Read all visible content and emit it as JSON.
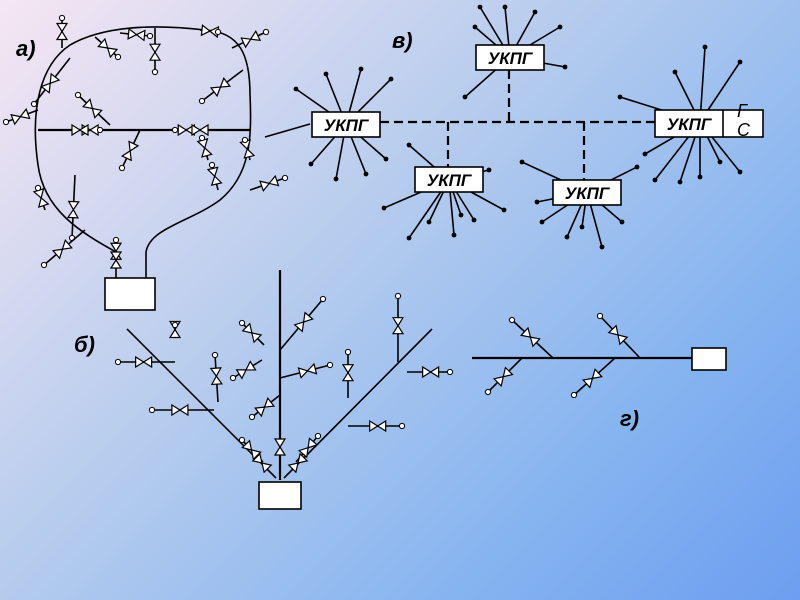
{
  "labels": {
    "a": "а)",
    "b": "б)",
    "v": "в)",
    "g": "г)"
  },
  "ukpg_label": "УКПГ",
  "gs_label": [
    "Г",
    "С"
  ],
  "colors": {
    "line": "#000000",
    "box_fill": "#ffffff",
    "background_from": "#f6e6f3",
    "background_to": "#6d9ef0"
  }
}
